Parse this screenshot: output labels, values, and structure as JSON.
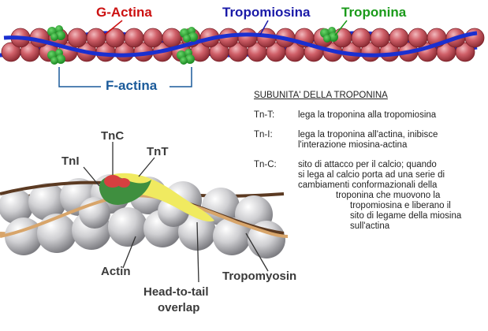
{
  "labels": {
    "g_actina": "G-Actina",
    "tropomiosina": "Tropomiosina",
    "troponina": "Troponina",
    "f_actina": "F-actina",
    "tnc": "TnC",
    "tni": "TnI",
    "tnt": "TnT",
    "actin": "Actin",
    "tropomyosin": "Tropomyosin",
    "head_to_tail_1": "Head-to-tail",
    "head_to_tail_2": "overlap"
  },
  "legend": {
    "title": "SUBUNITA' DELLA TROPONINA",
    "entries": [
      {
        "code": "Tn-T:",
        "lines": [
          "lega la troponina alla tropomiosina"
        ]
      },
      {
        "code": "Tn-I:",
        "lines": [
          "lega la troponina all'actina, inibisce",
          "l'interazione miosina-actina"
        ]
      },
      {
        "code": "Tn-C:",
        "lines": [
          "sito di attacco per il calcio; quando",
          "si lega al calcio porta ad una serie di",
          "cambiamenti conformazionali della",
          "troponina  che muovono la",
          "tropomiosina e liberano il",
          "sito di legame della miosina",
          "sull'actina"
        ]
      }
    ]
  },
  "colors": {
    "actin_bead": "#c8505a",
    "tropomyosin_strand": "#1a2fd0",
    "troponin": "#1a9a1a",
    "g_actina_text": "#cc1111",
    "tropomiosina_text": "#1a1aa8",
    "troponina_text": "#1a9a1a",
    "f_actina_text": "#1a5a9a",
    "tnc_blob": "#d64040",
    "tni_blob": "#3f8f3f",
    "tnt_blob": "#f0ea60"
  },
  "icons": [
    "actin-filament-diagram",
    "troponin-complex-illustration"
  ]
}
